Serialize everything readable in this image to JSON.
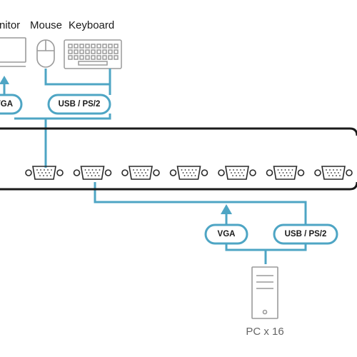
{
  "devices": {
    "monitor_label": "nitor",
    "mouse_label": "Mouse",
    "keyboard_label": "Keyboard"
  },
  "console_ports": {
    "vga_label": "VGA",
    "usb_ps2_label": "USB / PS/2"
  },
  "computer_ports": {
    "vga_label": "VGA",
    "usb_ps2_label": "USB / PS/2"
  },
  "pc": {
    "label": "PC x 16"
  },
  "kvm_switch": {
    "visible_port_count": 7
  },
  "colors": {
    "cable": "#4ea5c4",
    "outline": "#9a9a9a",
    "switch_edge": "#1a1a1a",
    "text": "#1a1a1a",
    "pc_label": "#666666"
  }
}
